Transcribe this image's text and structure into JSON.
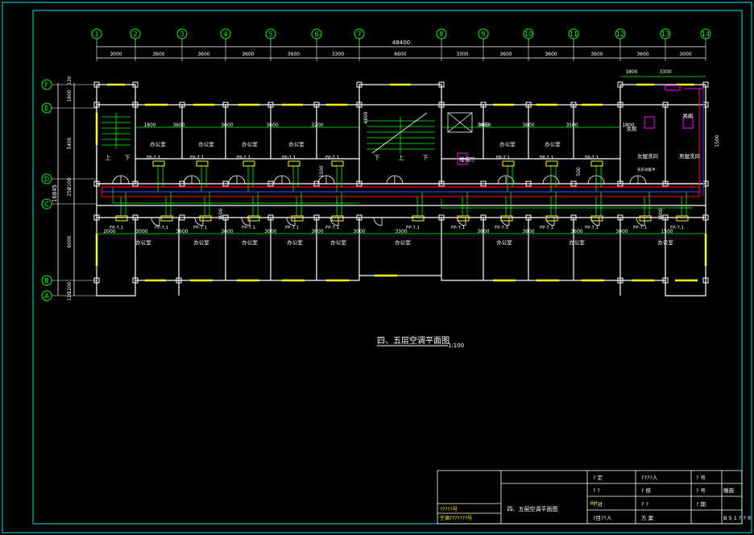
{
  "grid": {
    "columns": [
      "1",
      "2",
      "3",
      "4",
      "5",
      "6",
      "7",
      "8",
      "9",
      "10",
      "11",
      "12",
      "13",
      "14"
    ],
    "rows": [
      "F",
      "E",
      "D",
      "C",
      "B",
      "A"
    ]
  },
  "dims": {
    "total": "48400",
    "spans_top": [
      "3000",
      "3600",
      "3600",
      "3600",
      "3600",
      "3300",
      "6600",
      "3300",
      "3600",
      "3600",
      "3600",
      "3600",
      "3000"
    ],
    "upper_rooms": [
      "1800",
      "3600",
      "3600",
      "3600",
      "3200",
      "3450",
      "3600",
      "3500",
      "1800"
    ],
    "lower_rooms": [
      "2000",
      "3000",
      "3600",
      "3600",
      "3000",
      "3600",
      "3000",
      "3300",
      "3600",
      "3600",
      "3600",
      "3000",
      "1500"
    ],
    "right_top": [
      "1800",
      "3300"
    ],
    "left_vertical": [
      "120",
      "1800",
      "5400",
      "2100",
      "250",
      "6000",
      "1200",
      "120"
    ],
    "left_total": "16845",
    "right_side": "1500",
    "stair_side": "4800",
    "lift_side": "3450",
    "corridor_mid": "1500",
    "corridor_small": "500",
    "lower_small_1": "1600",
    "lower_small_2": "1800"
  },
  "labels": {
    "office": "办公室",
    "unit": "FP-7.1",
    "up": "上",
    "down": "下",
    "elevator_hall": "楼梯厅",
    "female_wc": "女厕",
    "male_wc": "男厕",
    "female_wash": "女盥洗间",
    "male_wash": "男盥洗间",
    "ladies_note": "洗衣间缓冲"
  },
  "title": {
    "main": "四、五层空调平面图",
    "scale": "1:100"
  },
  "titleblock": {
    "drawing_name": "四、五层空调平面图",
    "left1": "?????号",
    "left2": "空调???????号",
    "c1": [
      "? 定",
      "? ?",
      "? 对",
      "?目??人"
    ],
    "c2": [
      "????人",
      "? 核",
      "? ?",
      "方 案"
    ],
    "c3": [
      "? 号",
      "? 号",
      "? 期",
      ""
    ],
    "c4": [
      "",
      "暖施",
      "",
      "B 5 1 ? ? 9"
    ],
    "note_label": "设计"
  },
  "colors": {
    "frame": "#00e6e6",
    "wall": "#ffffff",
    "window": "#ffff00",
    "green": "#00ff00",
    "red": "#ff0000",
    "blue": "#3a3aff",
    "magenta": "#ff00ff",
    "dim": "#ffffff"
  }
}
